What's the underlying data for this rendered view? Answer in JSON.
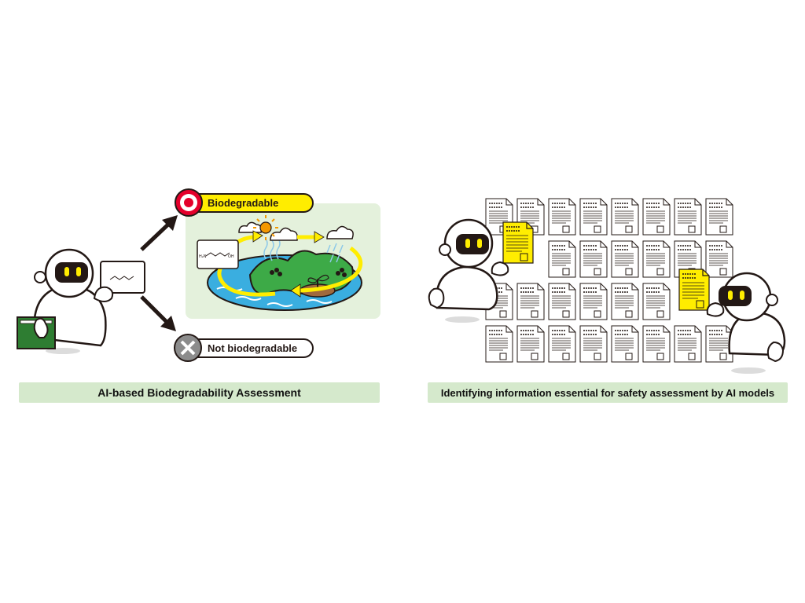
{
  "left": {
    "outcome_positive": "Biodegradable",
    "outcome_negative": "Not biodegradable",
    "caption": "AI-based Biodegradability Assessment",
    "molecule_labels": {
      "amine": "H₂N",
      "acid": "OH"
    },
    "colors": {
      "positive_pill": "#ffed00",
      "negative_pill": "#ffffff",
      "scene_bg": "#e4f1dc",
      "water": "#3aaee0",
      "land": "#3daa47",
      "check": "#e4002b",
      "cross": "#888888"
    }
  },
  "right": {
    "caption": "Identifying information essential for safety assessment by AI models",
    "colors": {
      "highlight_doc": "#ffed00",
      "doc": "#ffffff"
    }
  }
}
